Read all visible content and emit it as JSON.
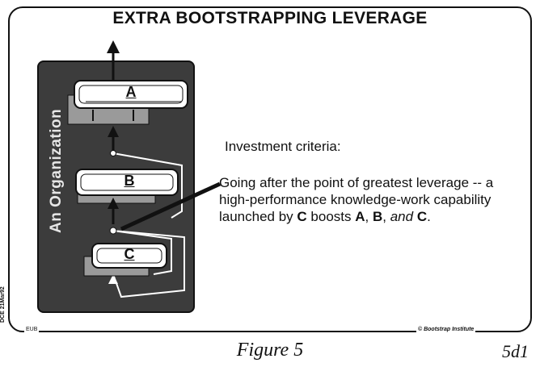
{
  "slide": {
    "title": "EXTRA BOOTSTRAPPING LEVERAGE",
    "org_label": "An Organization",
    "blocks": {
      "a": "A",
      "b": "B",
      "c": "C"
    },
    "criteria_heading": "Investment criteria:",
    "criteria_parts": {
      "p1": "Going after the point of greatest leverage -- a high-performance knowledge-work capability launched by ",
      "c": "C",
      "p2": " boosts ",
      "a": "A",
      "p3": ", ",
      "b": "B",
      "p4": ", ",
      "and": "and",
      "p5": " ",
      "c2": "C",
      "p6": "."
    },
    "side_stamp": "DCE 21Mar92",
    "footer_left": "EUB",
    "footer_right": "© Bootstrap Institute"
  },
  "caption": "Figure 5",
  "page_number": "5d1"
}
